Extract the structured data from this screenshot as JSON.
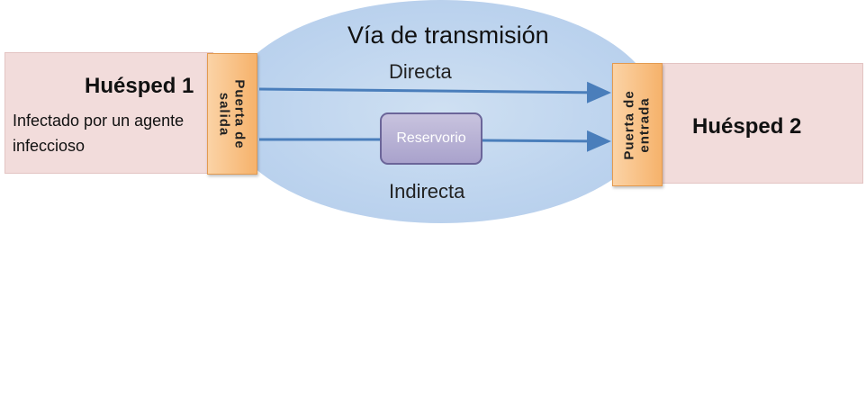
{
  "diagram": {
    "title": "Vía de transmisión",
    "host1": {
      "title": "Huésped 1",
      "description": "Infectado por un agente infeccioso"
    },
    "host2": {
      "title": "Huésped 2"
    },
    "exit_gate": "Puerta de\nsalida",
    "entry_gate": "Puerta de\nentrada",
    "reservoir": "Reservorio",
    "direct_label": "Directa",
    "indirect_label": "Indirecta",
    "colors": {
      "host_fill": "#f2dcdb",
      "ellipse_fill": "#bcd3ee",
      "gate_fill": "#f6b26b",
      "reservoir_fill": "#a9a2cc",
      "arrow": "#4a7ebb"
    }
  }
}
